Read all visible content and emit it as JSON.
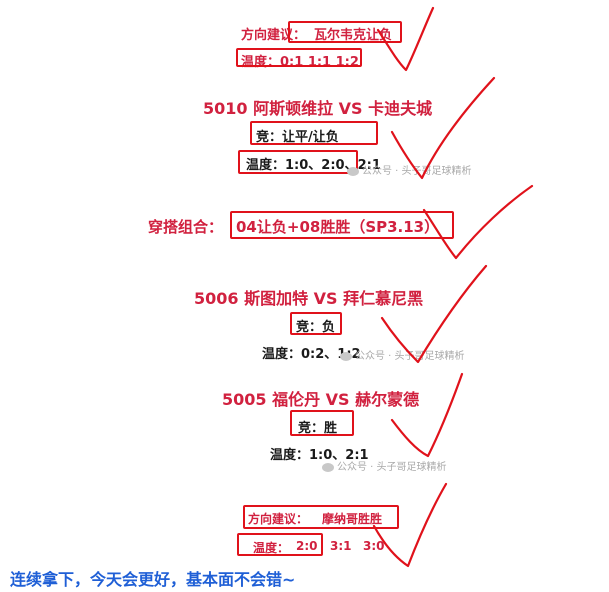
{
  "section1": {
    "direction_label": "方向建议：",
    "direction_value": "瓦尔韦克让负",
    "temp": "温度：0:1 1:1 1:2"
  },
  "match5010": {
    "title": "5010  阿斯顿维拉 VS 卡迪夫城",
    "pick": "竞：让平/让负",
    "temp": "温度：1:0、2:0、2:1"
  },
  "combo": {
    "label": "穿搭组合：",
    "value": "04让负+08胜胜（SP3.13）"
  },
  "match5006": {
    "title": "5006  斯图加特 VS 拜仁慕尼黑",
    "pick": "竞：负",
    "temp": "温度：0:2、1:2"
  },
  "match5005": {
    "title": "5005  福伦丹 VS 赫尔蒙德",
    "pick": "竞：胜",
    "temp": "温度：1:0、2:1"
  },
  "section_last": {
    "direction_label": "方向建议：",
    "direction_value": "摩纳哥胜胜",
    "temp_label": "温度：",
    "temp_value1": "2:0",
    "temp_value2": "3:1",
    "temp_value3": "3:0"
  },
  "watermark": "公众号 · 头子哥足球精析",
  "footer": "连续拿下，今天会更好，基本面不会错~",
  "colors": {
    "title_red": "#d1213f",
    "box_red": "#e0121b",
    "footer_blue": "#1f5fd6"
  }
}
